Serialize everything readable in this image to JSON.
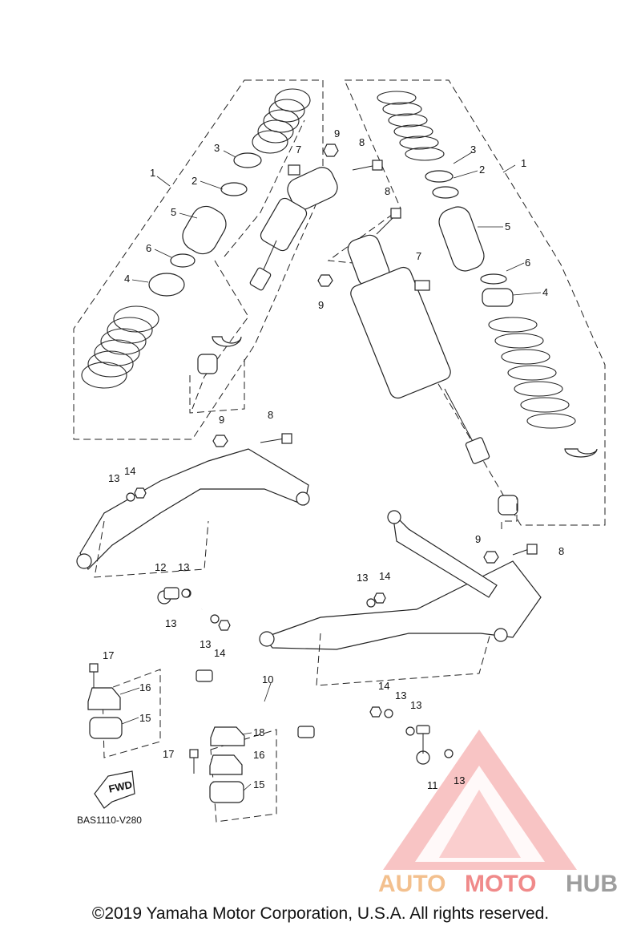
{
  "diagram_code": "BAS1110-V280",
  "fwd_label": "FWD",
  "copyright": "©2019 Yamaha Motor Corporation, U.S.A. All rights reserved.",
  "watermark": {
    "word_part1": "AUTO",
    "word_part2": "MOTO",
    "word_part3": "HUB",
    "color_light": "#f3c08e",
    "color_red": "#f08a8a",
    "color_gray": "#9e9e9e"
  },
  "callouts": {
    "c1a": "1",
    "c2a": "2",
    "c3a": "3",
    "c4a": "4",
    "c5a": "5",
    "c6a": "6",
    "c7a": "7",
    "c8a": "8",
    "c9a": "9",
    "c1b": "1",
    "c2b": "2",
    "c3b": "3",
    "c4b": "4",
    "c5b": "5",
    "c6b": "6",
    "c7b": "7",
    "c8b": "8",
    "c9b": "9",
    "c8c": "8",
    "c9c": "9",
    "c8d": "8",
    "c9d": "9",
    "c13a": "13",
    "c14a": "14",
    "c12": "12",
    "c13b": "13",
    "c13c": "13",
    "c13d": "13",
    "c14b": "14",
    "c13e": "13",
    "c14c": "14",
    "c10": "10",
    "c17a": "17",
    "c16a": "16",
    "c15a": "15",
    "c18": "18",
    "c17b": "17",
    "c16b": "16",
    "c15b": "15",
    "c14d": "14",
    "c13f": "13",
    "c13g": "13",
    "c11": "11",
    "c13h": "13"
  }
}
